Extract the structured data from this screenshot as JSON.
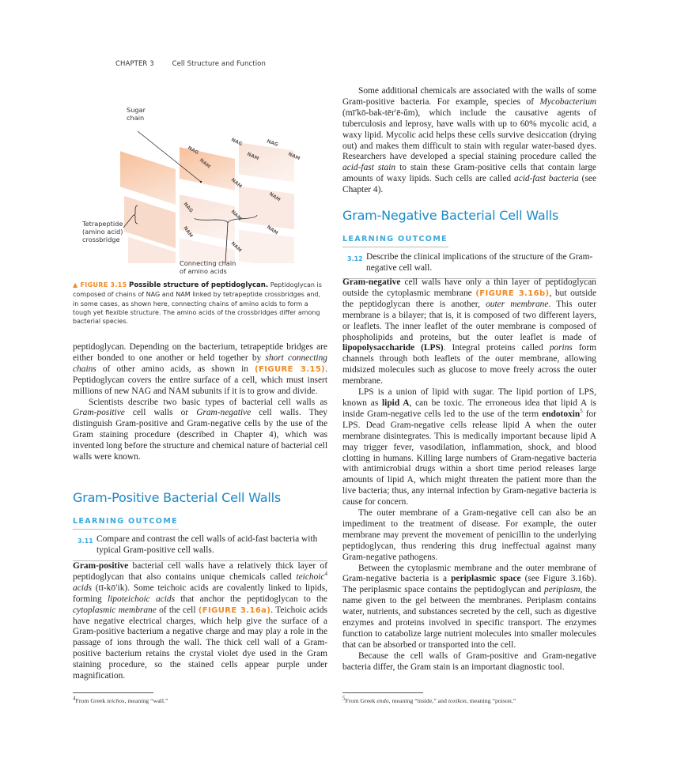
{
  "running_head": {
    "chapter": "CHAPTER 3",
    "title": "Cell Structure and Function"
  },
  "figure": {
    "labels": {
      "sugar_chain": "Sugar\nchain",
      "tetrapeptide": "Tetrapeptide\n(amino acid)\ncrossbridge",
      "connecting_chain": "Connecting chain\nof amino acids"
    },
    "subunit_labels": [
      "NAG",
      "NAM"
    ],
    "caption": {
      "tag": "▲ FIGURE 3.15",
      "title": "Possible structure of peptidoglycan.",
      "text": "Peptidoglycan is composed of chains of NAG and NAM linked by tetrapeptide crossbridges and, in some cases, as shown here, connecting chains of amino acids to form a tough yet flexible structure. The amino acids of the crossbridges differ among bacterial species."
    }
  },
  "left": {
    "p1": {
      "a": "peptidoglycan. Depending on the bacterium, tetrapeptide bridges are either bonded to one another or held together by ",
      "i1": "short connecting chains",
      "b": " of other amino acids, as shown in ",
      "ref": "(FIGURE 3.15)",
      "c": ". Peptidoglycan covers the entire surface of a cell, which must insert millions of new NAG and NAM subunits if it is to grow and divide."
    },
    "p2": {
      "a": "Scientists describe two basic types of bacterial cell walls as ",
      "i1": "Gram-positive",
      "b": " cell walls or ",
      "i2": "Gram-negative",
      "c": " cell walls. They distinguish Gram-positive and Gram-negative cells by the use of the Gram staining procedure (described in Chapter 4), which was invented long before the structure and chemical nature of bacterial cell walls were known."
    },
    "section": {
      "heading": "Gram-Positive Bacterial Cell Walls",
      "lo_label": "LEARNING OUTCOME",
      "lo_num": "3.11",
      "lo_text": "Compare and contrast the cell walls of acid-fast bacteria with typical Gram-positive cell walls."
    },
    "p3": {
      "bold": "Gram-positive",
      "a": " bacterial cell walls have a relatively thick layer of peptidoglycan that also contains unique chemicals called ",
      "i1": "teichoic",
      "sup": "4",
      "i2": " acids",
      "b": " (tī-kō′ik). Some teichoic acids are covalently linked to lipids, forming ",
      "i3": "lipoteichoic acids",
      "c": " that anchor the peptidoglycan to the ",
      "i4": "cytoplasmic membrane",
      "d": " of the cell ",
      "ref": "(FIGURE 3.16a)",
      "e": ". Teichoic acids have negative electrical charges, which help give the surface of a Gram-positive bacterium a negative charge and may play a role in the passage of ions through the wall. The thick cell wall of a Gram-positive bacterium retains the crystal violet dye used in the Gram staining procedure, so the stained cells appear purple under magnification."
    },
    "footnote": {
      "num": "4",
      "a": "From Greek ",
      "i": "teichos",
      "b": ", meaning “wall.”"
    }
  },
  "right": {
    "p1": {
      "a": "Some additional chemicals are associated with the walls of some Gram-positive bacteria. For example, species of ",
      "i1": "Mycobacterium",
      "b": " (mī′kō-bak-tēr′ē-ŭm), which include the causative agents of tuberculosis and leprosy, have walls with up to 60% mycolic acid, a waxy lipid. Mycolic acid helps these cells survive desiccation (drying out) and makes them difficult to stain with regular water-based dyes. Researchers have developed a special staining procedure called the ",
      "i2": "acid-fast stain",
      "c": " to stain these Gram-positive cells that contain large amounts of waxy lipids. Such cells are called ",
      "i3": "acid-fast bacteria",
      "d": " (see Chapter 4)."
    },
    "section": {
      "heading": "Gram-Negative Bacterial Cell Walls",
      "lo_label": "LEARNING OUTCOME",
      "lo_num": "3.12",
      "lo_text": "Describe the clinical implications of the structure of the Gram-negative cell wall."
    },
    "p2": {
      "bold": "Gram-negative",
      "a": " cell walls have only a thin layer of peptidoglycan outside the cytoplasmic membrane ",
      "ref": "(FIGURE 3.16b)",
      "b": ", but outside the peptidoglycan there is another, ",
      "i1": "outer membrane",
      "c": ". This outer membrane is a bilayer; that is, it is composed of two different layers, or leaflets. The inner leaflet of the outer membrane is composed of phospholipids and proteins, but the outer leaflet is made of ",
      "b2": "lipopolysaccharide (LPS)",
      "d": ". Integral proteins called ",
      "i2": "porins",
      "e": " form channels through both leaflets of the outer membrane, allowing midsized molecules such as glucose to move freely across the outer membrane."
    },
    "p3": {
      "a": "LPS is a union of lipid with sugar. The lipid portion of LPS, known as ",
      "b1": "lipid A",
      "b": ", can be toxic. The erroneous idea that lipid A is inside Gram-negative cells led to the use of the term ",
      "b2": "endotoxin",
      "sup": "5",
      "c": " for LPS. Dead Gram-negative cells release lipid A when the outer membrane disintegrates. This is medically important because lipid A may trigger fever, vasodilation, inflammation, shock, and blood clotting in humans. Killing large numbers of Gram-negative bacteria with antimicrobial drugs within a short time period releases large amounts of lipid A, which might threaten the patient more than the live bacteria; thus, any internal infection by Gram-negative bacteria is cause for concern."
    },
    "p4": {
      "text": "The outer membrane of a Gram-negative cell can also be an impediment to the treatment of disease. For example, the outer membrane may prevent the movement of penicillin to the underlying peptidoglycan, thus rendering this drug ineffectual against many Gram-negative pathogens."
    },
    "p5": {
      "a": "Between the cytoplasmic membrane and the outer membrane of Gram-negative bacteria is a ",
      "b1": "periplasmic space",
      "b": " (see Figure 3.16b). The periplasmic space contains the peptidoglycan and ",
      "i1": "periplasm",
      "c": ", the name given to the gel between the membranes. Periplasm contains water, nutrients, and substances secreted by the cell, such as digestive enzymes and proteins involved in specific transport. The enzymes function to catabolize large nutrient molecules into smaller molecules that can be absorbed or transported into the cell."
    },
    "p6": {
      "text": "Because the cell walls of Gram-positive and Gram-negative bacteria differ, the Gram stain is an important diagnostic tool."
    },
    "footnote": {
      "num": "5",
      "a": "From Greek ",
      "i1": "endo",
      "b": ", meaning “inside,” and ",
      "i2": "toxikon",
      "c": ", meaning “poison.”"
    }
  },
  "colors": {
    "heading_blue": "#1a8ac6",
    "outcome_blue": "#3aa9dc",
    "figure_orange": "#f08a24"
  }
}
